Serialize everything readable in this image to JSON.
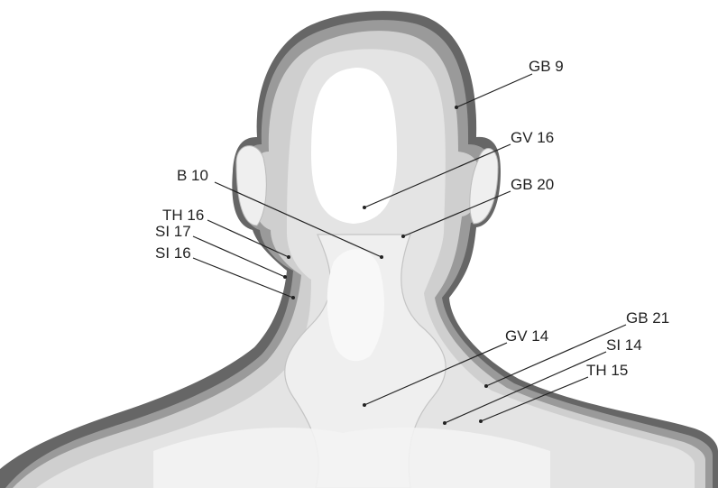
{
  "points": [
    {
      "id": "gb9",
      "label": "GB 9"
    },
    {
      "id": "gv16",
      "label": "GV 16"
    },
    {
      "id": "b10",
      "label": "B 10"
    },
    {
      "id": "gb20",
      "label": "GB 20"
    },
    {
      "id": "th16",
      "label": "TH 16"
    },
    {
      "id": "si17",
      "label": "SI 17"
    },
    {
      "id": "si16",
      "label": "SI 16"
    },
    {
      "id": "gv14",
      "label": "GV 14"
    },
    {
      "id": "gb21",
      "label": "GB 21"
    },
    {
      "id": "si14",
      "label": "SI 14"
    },
    {
      "id": "th15",
      "label": "TH 15"
    }
  ]
}
